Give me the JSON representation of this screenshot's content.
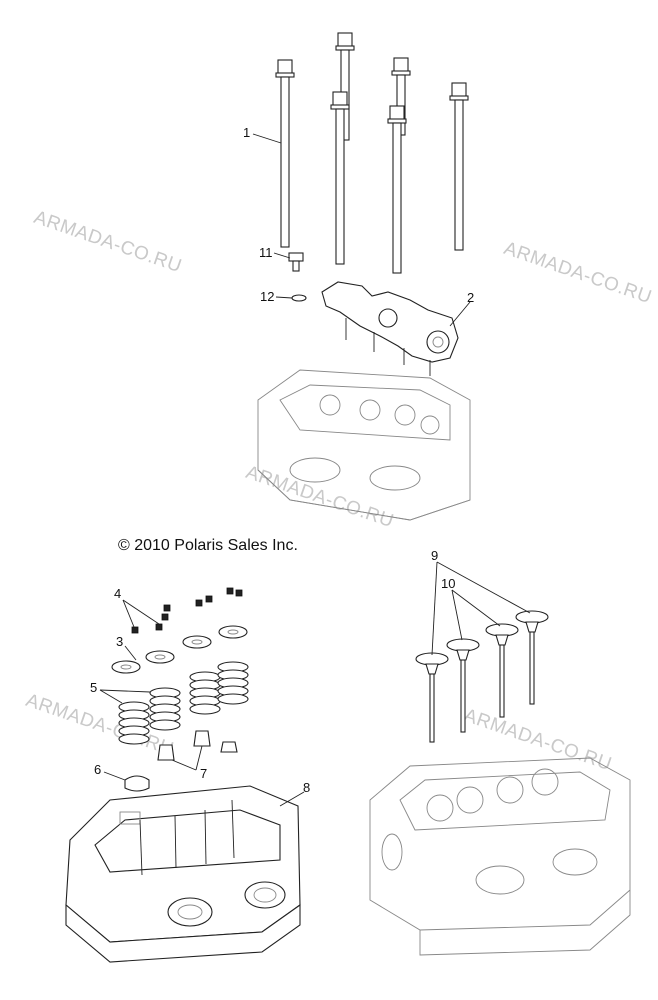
{
  "copyright": "© 2010 Polaris Sales Inc.",
  "watermark": "ARMADA-CO.RU",
  "callouts": [
    "1",
    "2",
    "3",
    "4",
    "5",
    "6",
    "7",
    "8",
    "9",
    "10",
    "11",
    "12"
  ]
}
